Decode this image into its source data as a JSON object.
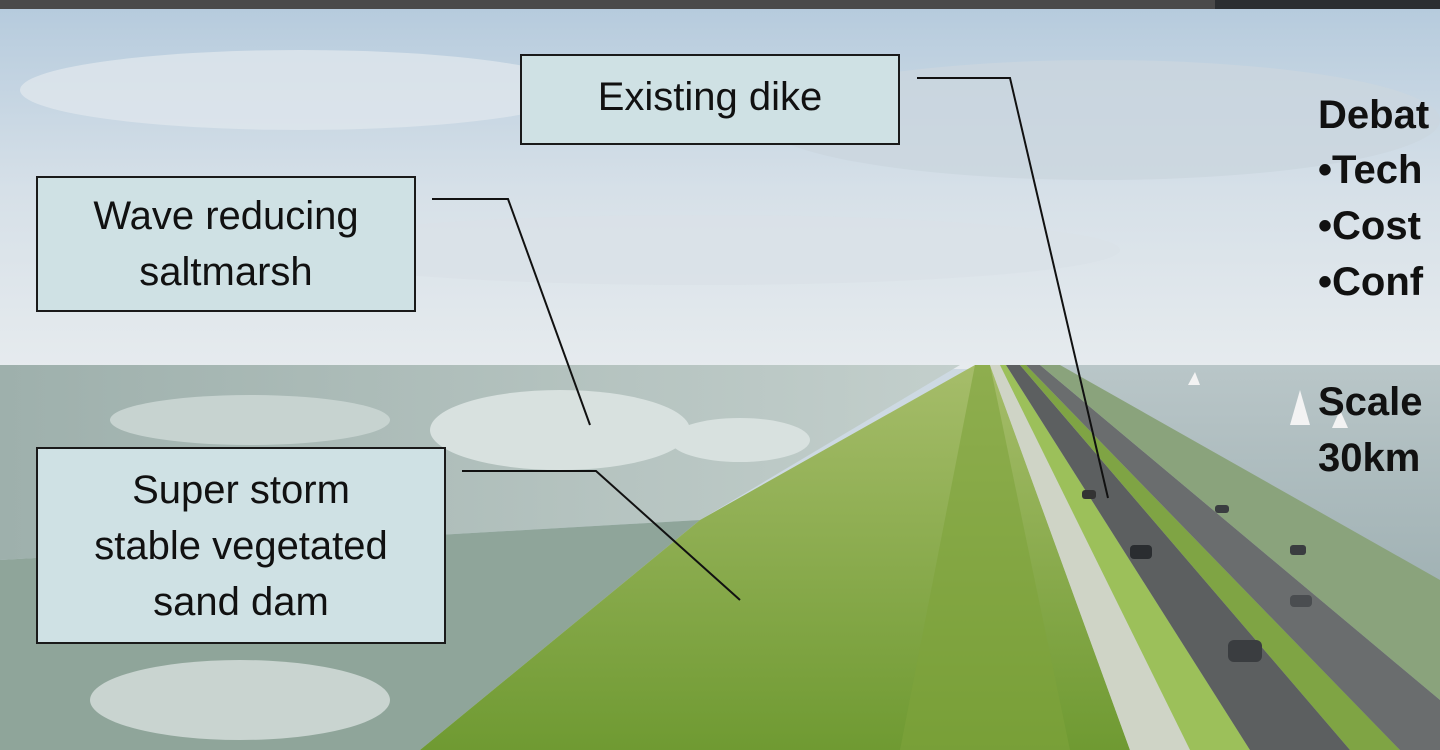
{
  "callouts": {
    "existing_dike": "Existing dike",
    "saltmarsh_line1": "Wave reducing",
    "saltmarsh_line2": "saltmarsh",
    "sand_dam_line1": "Super storm",
    "sand_dam_line2": "stable vegetated",
    "sand_dam_line3": "sand dam"
  },
  "side_panel": {
    "debate_heading": "Debat",
    "bullet_1": "•Tech",
    "bullet_2": "•Cost",
    "bullet_3": "•Conf",
    "scale_label": "Scale",
    "scale_value": "30km"
  },
  "colors": {
    "callout_fill": "#cfe1e4",
    "callout_border": "#1a1a1a",
    "sky": "#c9d6e0",
    "grass": "#8fb04a",
    "water": "#a8b8bc",
    "road": "#5c5f60"
  }
}
